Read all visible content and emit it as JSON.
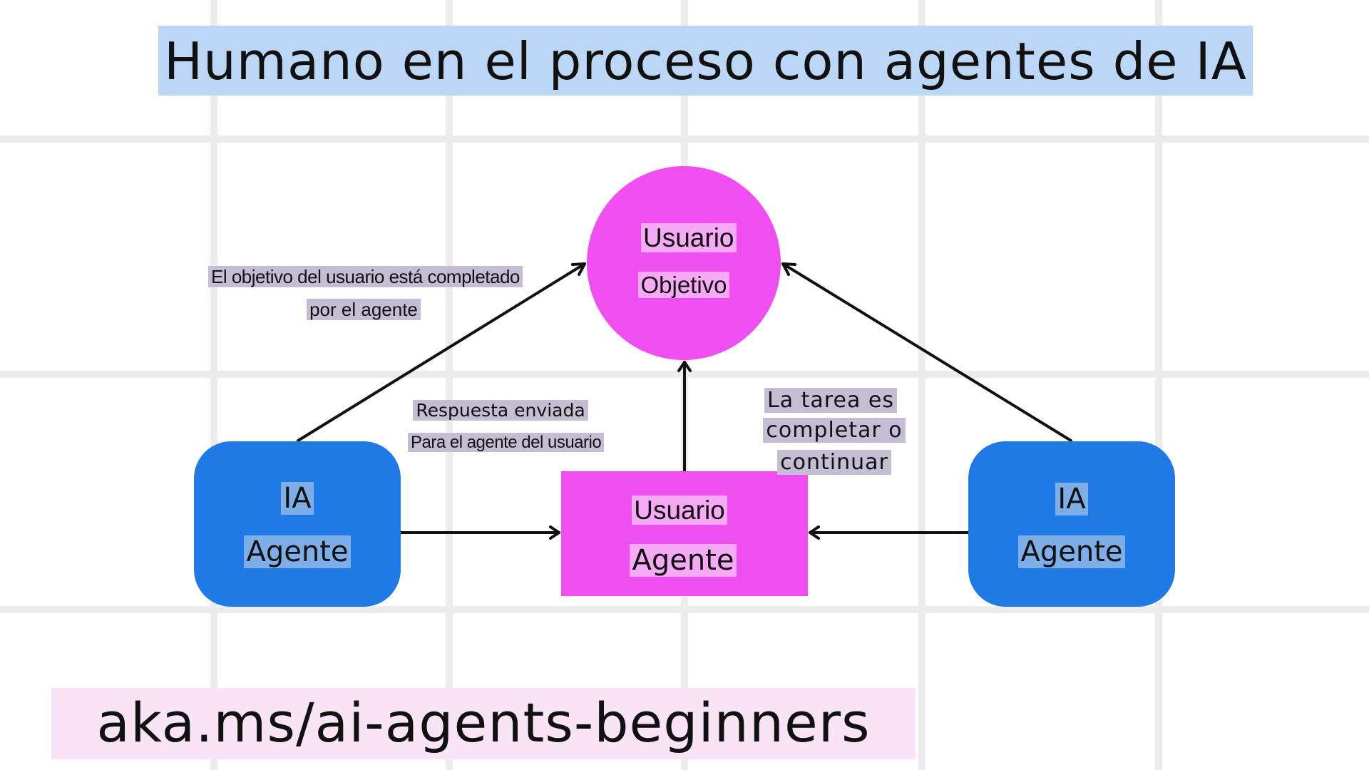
{
  "title": "Humano en el proceso con agentes de IA",
  "footer": "aka.ms/ai-agents-beginners",
  "colors": {
    "title_highlight": "#bcd6f5",
    "footer_highlight": "#f9e4f6",
    "user_nodes": "#f04ef0",
    "ai_agent_nodes": "#1f7ae6",
    "edge_label_highlight": "#c5bdd3",
    "grid": "#ececec"
  },
  "nodes": {
    "user_goal": {
      "line1": "Usuario",
      "line2": "Objetivo"
    },
    "user_agent": {
      "line1": "Usuario",
      "line2": "Agente"
    },
    "ai_agent_left": {
      "line1": "IA",
      "line2": "Agente"
    },
    "ai_agent_right": {
      "line1": "IA",
      "line2": "Agente"
    }
  },
  "edge_labels": {
    "goal_completed": {
      "line1": "El objetivo del usuario está completado",
      "line2": "por el agente"
    },
    "response_sent": {
      "line1": "Respuesta enviada",
      "line2": "Para el agente del usuario"
    },
    "task_status": {
      "line1": "La tarea es",
      "line2": "completar o",
      "line3": "continuar"
    }
  }
}
